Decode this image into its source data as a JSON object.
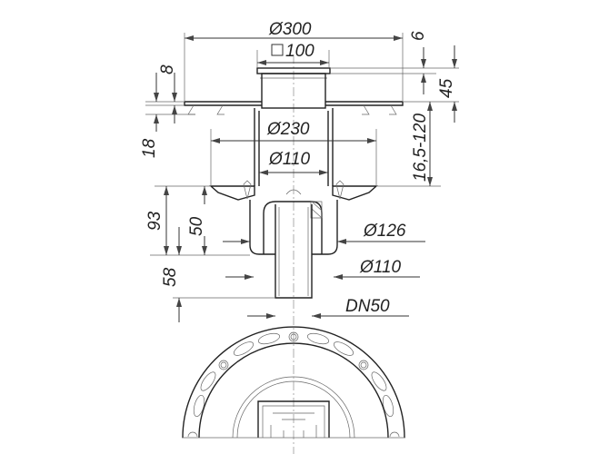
{
  "drawing": {
    "dimensions": {
      "top_diameter": "Ø300",
      "grate_square": "100",
      "flange_diameter": "Ø230",
      "body_diameter_upper": "Ø110",
      "collar_diameter": "Ø126",
      "outlet_diameter": "Ø110",
      "outlet_nominal": "DN50",
      "grate_thickness": "6",
      "upper_height": "45",
      "adjust_range": "16,5-120",
      "flange_thickness": "8",
      "flange_offset": "18",
      "lower_height": "93",
      "cup_height": "50",
      "outlet_length": "58"
    }
  }
}
